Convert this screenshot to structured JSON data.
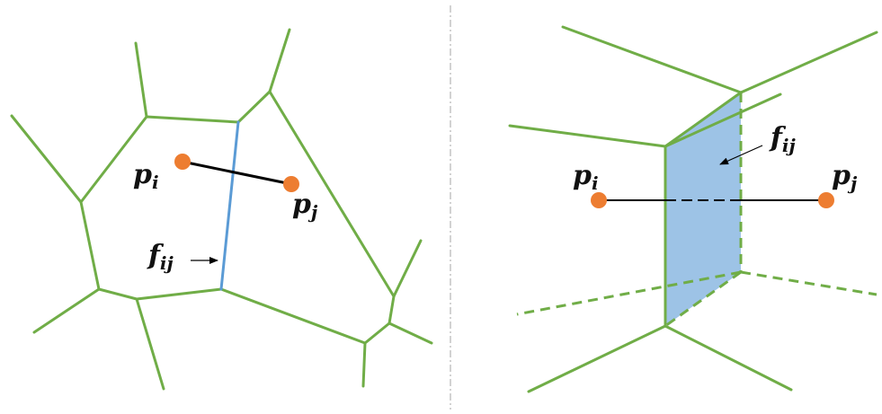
{
  "colors": {
    "edge": "#70AD47",
    "face_edge_2d": "#5B9BD5",
    "face_fill": "#9DC3E6",
    "point": "#ED7D31",
    "connector": "#000000",
    "divider": "#A6A6A6"
  },
  "left_panel": {
    "point_i_label": "p",
    "point_i_sub": "i",
    "point_j_label": "p",
    "point_j_sub": "j",
    "face_label": "f",
    "face_sub": "ij"
  },
  "right_panel": {
    "point_i_label": "p",
    "point_i_sub": "i",
    "point_j_label": "p",
    "point_j_sub": "j",
    "face_label": "f",
    "face_sub": "ij"
  }
}
